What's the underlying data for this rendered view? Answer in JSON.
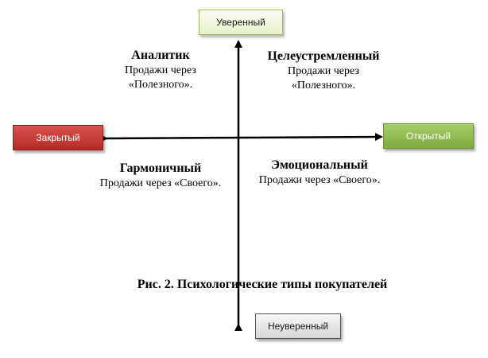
{
  "diagram": {
    "axis_labels": {
      "top": "Уверенный",
      "left": "Закрытый",
      "right": "Открытый",
      "bottom": "Неуверенный"
    },
    "quadrants": {
      "top_left": {
        "title": "Аналитик",
        "lines": [
          "Продажи через",
          "«Полезного»."
        ]
      },
      "top_right": {
        "title": "Целеустремленный",
        "lines": [
          "Продажи через",
          "«Полезного»."
        ]
      },
      "bottom_left": {
        "title": "Гармоничный",
        "lines": [
          "Продажи через «Своего»."
        ]
      },
      "bottom_right": {
        "title": "Эмоциональный",
        "lines": [
          "Продажи через «Своего»."
        ]
      }
    },
    "caption": "Рис. 2. Психологические типы покупателей",
    "colors": {
      "top_box": "#e7f2c9",
      "left_box": "#c0392b",
      "right_box": "#8fbc4f",
      "bottom_box": "#e0e0e0",
      "axis": "#000000"
    }
  }
}
